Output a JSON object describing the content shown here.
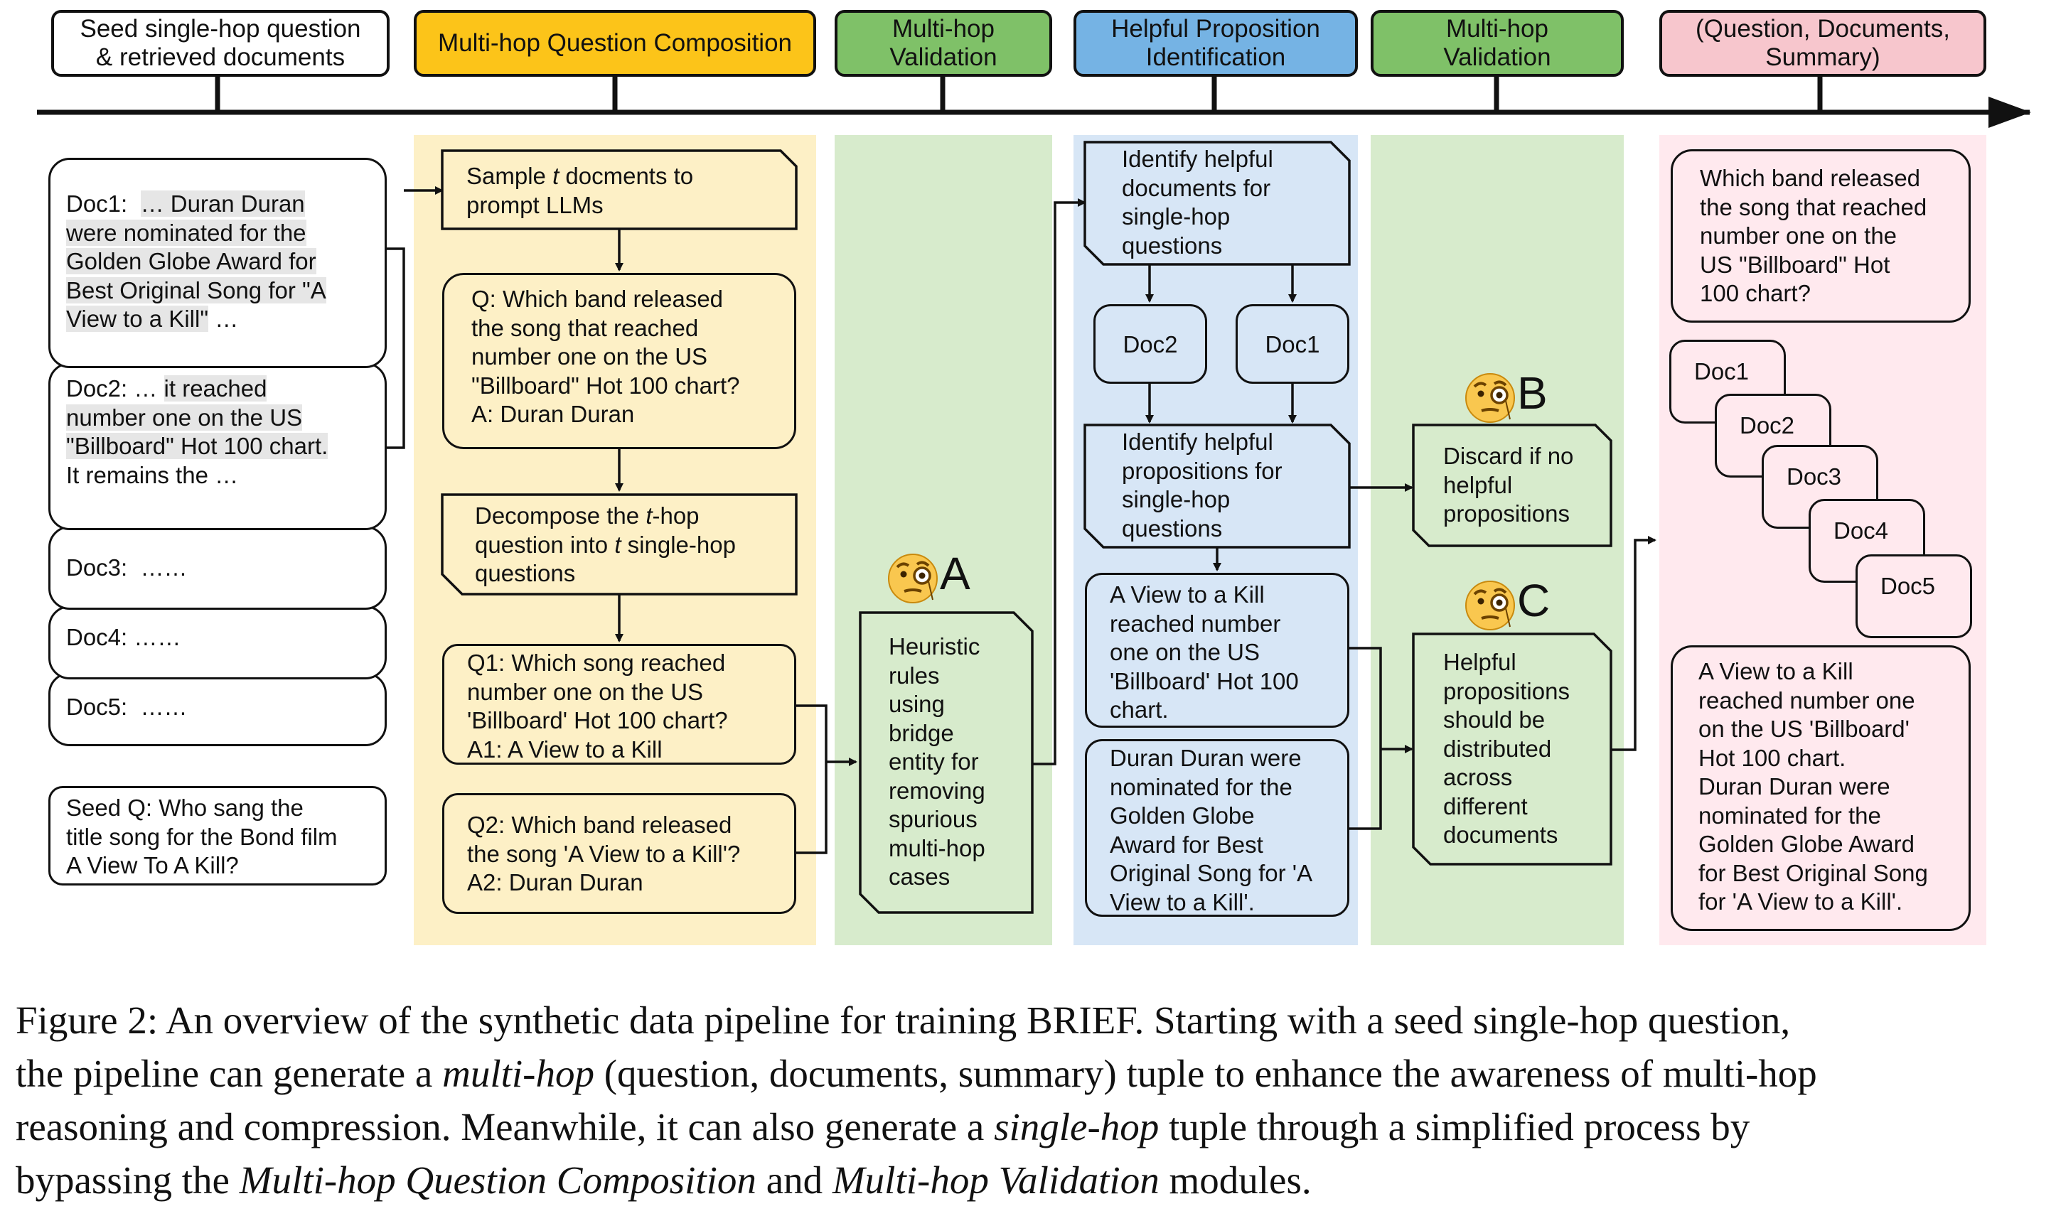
{
  "stages": [
    {
      "id": "seed",
      "lines": [
        "Seed single-hop question",
        "& retrieved documents"
      ],
      "color": "#ffffff"
    },
    {
      "id": "compose",
      "lines": [
        "Multi-hop Question Composition"
      ],
      "color": "#fcc419"
    },
    {
      "id": "validate1",
      "lines": [
        "Multi-hop",
        "Validation"
      ],
      "color": "#7fc168"
    },
    {
      "id": "identify",
      "lines": [
        "Helpful Proposition",
        "Identification"
      ],
      "color": "#75b3e4"
    },
    {
      "id": "validate2",
      "lines": [
        "Multi-hop",
        "Validation"
      ],
      "color": "#7fc168"
    },
    {
      "id": "output",
      "lines": [
        "(Question, Documents,",
        "Summary)"
      ],
      "color": "#f7c6cd"
    }
  ],
  "seed": {
    "doc1": {
      "label": "Doc1:",
      "l1": "… Duran Duran",
      "l2": "were nominated for the",
      "l3": "Golden Globe Award for",
      "l4": "Best Original Song for \"A",
      "l5": "View to a Kill\"",
      "l5b": " …"
    },
    "doc2": {
      "l1a": "Doc2: … ",
      "l1b": "it reached",
      "l2": "number one on the US",
      "l3": "\"Billboard\" Hot 100 chart.",
      "l4": "It remains the …"
    },
    "doc3": "Doc3:  ……",
    "doc4": "Doc4: ……",
    "doc5": "Doc5:  ……",
    "seed_q": [
      "Seed Q: Who sang the",
      "title song for the Bond film",
      "A View To A Kill?"
    ]
  },
  "compose": {
    "sample": {
      "pre": "Sample ",
      "t": "t",
      "post": " docments to",
      "l2": "prompt LLMs"
    },
    "qa": [
      "Q: Which band released",
      "the song that reached",
      "number one on the US",
      "\"Billboard\" Hot 100 chart?",
      "A: Duran Duran"
    ],
    "decompose": {
      "pre": "Decompose the ",
      "t": "t",
      "post": "-hop",
      "l2pre": "question into ",
      "l2t": "t",
      "l2post": " single-hop",
      "l3": "questions"
    },
    "q1": [
      "Q1: Which song reached",
      "number one on the US",
      "'Billboard' Hot 100 chart?",
      "A1: A View to a Kill"
    ],
    "q2": [
      "Q2: Which band released",
      "the song 'A View to a Kill'?",
      "A2: Duran Duran"
    ]
  },
  "validate1": {
    "label": "A",
    "rules": [
      "Heuristic",
      "rules",
      "using",
      "bridge",
      "entity for",
      "removing",
      "spurious",
      "multi-hop",
      "cases"
    ]
  },
  "identify": {
    "docs_step": [
      "Identify helpful",
      "documents for",
      "single-hop",
      "questions"
    ],
    "doc_a": "Doc2",
    "doc_b": "Doc1",
    "props_step": [
      "Identify helpful",
      "propositions for",
      "single-hop",
      "questions"
    ],
    "prop1": [
      "A View to a Kill",
      "reached number",
      "one on the US",
      "'Billboard' Hot 100",
      "chart."
    ],
    "prop2": [
      "Duran Duran were",
      "nominated for the",
      "Golden Globe",
      "Award for Best",
      "Original Song for 'A",
      "View to a Kill'."
    ]
  },
  "validate2": {
    "label_b": "B",
    "discard": [
      "Discard if no",
      "helpful",
      "propositions"
    ],
    "label_c": "C",
    "helpful": [
      "Helpful",
      "propositions",
      "should be",
      "distributed",
      "across",
      "different",
      "documents"
    ]
  },
  "output": {
    "question": [
      "Which band released",
      "the song that reached",
      "number one on the",
      "US \"Billboard\" Hot",
      "100 chart?"
    ],
    "docs": [
      "Doc1",
      "Doc2",
      "Doc3",
      "Doc4",
      "Doc5"
    ],
    "summary": [
      "A View to a Kill",
      "reached number one",
      "on the US 'Billboard'",
      "Hot 100 chart.",
      "Duran Duran were",
      "nominated for the",
      "Golden Globe Award",
      "for Best Original Song",
      "for 'A View to a Kill'."
    ]
  },
  "caption": {
    "l1": "Figure 2: An overview of the synthetic data pipeline for training BRIEF. Starting with a seed single-hop question,",
    "l2a": "the pipeline can generate a ",
    "l2b": "multi-hop",
    "l2c": " (question, documents, summary) tuple to enhance the awareness of multi-hop",
    "l3a": "reasoning and compression. Meanwhile, it can also generate a ",
    "l3b": "single-hop",
    "l3c": " tuple through a simplified process by",
    "l4a": "bypassing the ",
    "l4b": "Multi-hop Question Composition",
    "l4c": " and ",
    "l4d": "Multi-hop Validation",
    "l4e": " modules."
  },
  "colors": {
    "yellow_bg": "#fdf0c6",
    "green_bg": "#d7ebcc",
    "blue_bg": "#d7e6f6",
    "pink_bg": "#ffe9ee"
  },
  "icons": {
    "monocle": "face-with-monocle-icon"
  }
}
